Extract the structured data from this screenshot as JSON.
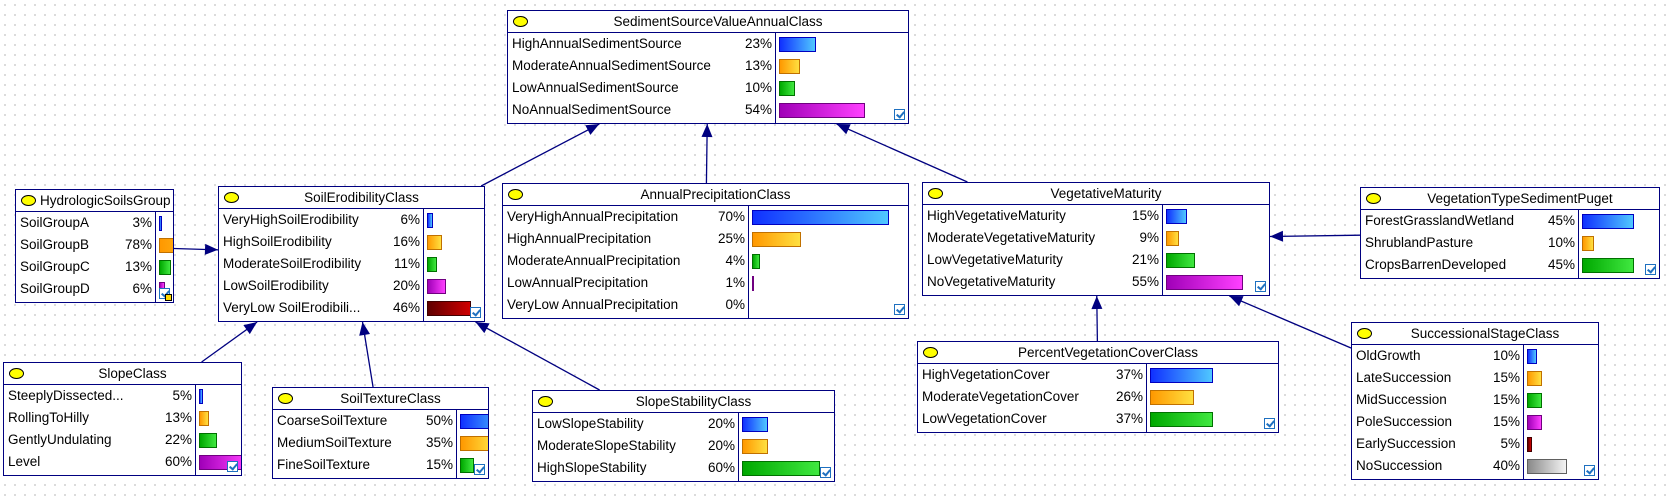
{
  "nodes": [
    {
      "id": "sediment",
      "title": "SedimentSourceValueAnnualClass",
      "states": [
        {
          "label": "HighAnnualSedimentSource",
          "pct": "23%",
          "value": 23,
          "color": 0
        },
        {
          "label": "ModerateAnnualSedimentSource",
          "pct": "13%",
          "value": 13,
          "color": 1
        },
        {
          "label": "LowAnnualSedimentSource",
          "pct": "10%",
          "value": 10,
          "color": 2
        },
        {
          "label": "NoAnnualSedimentSource",
          "pct": "54%",
          "value": 54,
          "color": 3
        }
      ]
    },
    {
      "id": "hydro",
      "title": "HydrologicSoilsGroup",
      "finding": true,
      "states": [
        {
          "label": "SoilGroupA",
          "pct": "3%",
          "value": 3,
          "color": 0
        },
        {
          "label": "SoilGroupB",
          "pct": "78%",
          "value": 78,
          "color": 1
        },
        {
          "label": "SoilGroupC",
          "pct": "13%",
          "value": 13,
          "color": 2
        },
        {
          "label": "SoilGroupD",
          "pct": "6%",
          "value": 6,
          "color": 3
        }
      ]
    },
    {
      "id": "erod",
      "title": "SoilErodibilityClass",
      "states": [
        {
          "label": "VeryHighSoilErodibility",
          "pct": "6%",
          "value": 6,
          "color": 0
        },
        {
          "label": "HighSoilErodibility",
          "pct": "16%",
          "value": 16,
          "color": 1
        },
        {
          "label": "ModerateSoilErodibility",
          "pct": "11%",
          "value": 11,
          "color": 2
        },
        {
          "label": "LowSoilErodibility",
          "pct": "20%",
          "value": 20,
          "color": 3
        },
        {
          "label": "VeryLow SoilErodibili...",
          "pct": "46%",
          "value": 46,
          "color": 4
        }
      ]
    },
    {
      "id": "precip",
      "title": "AnnualPrecipitationClass",
      "states": [
        {
          "label": "VeryHighAnnualPrecipitation",
          "pct": "70%",
          "value": 70,
          "color": 0
        },
        {
          "label": "HighAnnualPrecipitation",
          "pct": "25%",
          "value": 25,
          "color": 1
        },
        {
          "label": "ModerateAnnualPrecipitation",
          "pct": "4%",
          "value": 4,
          "color": 2
        },
        {
          "label": "LowAnnualPrecipitation",
          "pct": "1%",
          "value": 1,
          "color": 3
        },
        {
          "label": "VeryLow AnnualPrecipitation",
          "pct": "0%",
          "value": 0,
          "color": 4
        }
      ]
    },
    {
      "id": "vegmat",
      "title": "VegetativeMaturity",
      "states": [
        {
          "label": "HighVegetativeMaturity",
          "pct": "15%",
          "value": 15,
          "color": 0
        },
        {
          "label": "ModerateVegetativeMaturity",
          "pct": "9%",
          "value": 9,
          "color": 1
        },
        {
          "label": "LowVegetativeMaturity",
          "pct": "21%",
          "value": 21,
          "color": 2
        },
        {
          "label": "NoVegetativeMaturity",
          "pct": "55%",
          "value": 55,
          "color": 3
        }
      ]
    },
    {
      "id": "vegtype",
      "title": "VegetationTypeSedimentPuget",
      "states": [
        {
          "label": "ForestGrasslandWetland",
          "pct": "45%",
          "value": 45,
          "color": 0
        },
        {
          "label": "ShrublandPasture",
          "pct": "10%",
          "value": 10,
          "color": 1
        },
        {
          "label": "CropsBarrenDeveloped",
          "pct": "45%",
          "value": 45,
          "color": 2
        }
      ]
    },
    {
      "id": "slope",
      "title": "SlopeClass",
      "states": [
        {
          "label": "SteeplyDissected...",
          "pct": "5%",
          "value": 5,
          "color": 0
        },
        {
          "label": "RollingToHilly",
          "pct": "13%",
          "value": 13,
          "color": 1
        },
        {
          "label": "GentlyUndulating",
          "pct": "22%",
          "value": 22,
          "color": 2
        },
        {
          "label": "Level",
          "pct": "60%",
          "value": 60,
          "color": 3
        }
      ]
    },
    {
      "id": "texture",
      "title": "SoilTextureClass",
      "states": [
        {
          "label": "CoarseSoilTexture",
          "pct": "50%",
          "value": 50,
          "color": 0
        },
        {
          "label": "MediumSoilTexture",
          "pct": "35%",
          "value": 35,
          "color": 1
        },
        {
          "label": "FineSoilTexture",
          "pct": "15%",
          "value": 15,
          "color": 2
        }
      ]
    },
    {
      "id": "stability",
      "title": "SlopeStabilityClass",
      "states": [
        {
          "label": "LowSlopeStability",
          "pct": "20%",
          "value": 20,
          "color": 0
        },
        {
          "label": "ModerateSlopeStability",
          "pct": "20%",
          "value": 20,
          "color": 1
        },
        {
          "label": "HighSlopeStability",
          "pct": "60%",
          "value": 60,
          "color": 2
        }
      ]
    },
    {
      "id": "cover",
      "title": "PercentVegetationCoverClass",
      "states": [
        {
          "label": "HighVegetationCover",
          "pct": "37%",
          "value": 37,
          "color": 0
        },
        {
          "label": "ModerateVegetationCover",
          "pct": "26%",
          "value": 26,
          "color": 1
        },
        {
          "label": "LowVegetationCover",
          "pct": "37%",
          "value": 37,
          "color": 2
        }
      ]
    },
    {
      "id": "succession",
      "title": "SuccessionalStageClass",
      "states": [
        {
          "label": "OldGrowth",
          "pct": "10%",
          "value": 10,
          "color": 0
        },
        {
          "label": "LateSuccession",
          "pct": "15%",
          "value": 15,
          "color": 1
        },
        {
          "label": "MidSuccession",
          "pct": "15%",
          "value": 15,
          "color": 2
        },
        {
          "label": "PoleSuccession",
          "pct": "15%",
          "value": 15,
          "color": 3
        },
        {
          "label": "EarlySuccession",
          "pct": "5%",
          "value": 5,
          "color": 4
        },
        {
          "label": "NoSuccession",
          "pct": "40%",
          "value": 40,
          "color": 5
        }
      ]
    }
  ],
  "links": [
    {
      "from": "hydro",
      "to": "erod"
    },
    {
      "from": "erod",
      "to": "sediment"
    },
    {
      "from": "precip",
      "to": "sediment"
    },
    {
      "from": "vegmat",
      "to": "sediment"
    },
    {
      "from": "vegtype",
      "to": "vegmat"
    },
    {
      "from": "slope",
      "to": "erod"
    },
    {
      "from": "texture",
      "to": "erod"
    },
    {
      "from": "stability",
      "to": "erod"
    },
    {
      "from": "cover",
      "to": "vegmat"
    },
    {
      "from": "succession",
      "to": "vegmat"
    }
  ],
  "colors": {
    "node_border": "#000080",
    "link": "#000080",
    "state_colors": [
      "#1030ff",
      "#ff9800",
      "#00a800",
      "#c020e0",
      "#a00000",
      "#b0b0b0"
    ]
  }
}
